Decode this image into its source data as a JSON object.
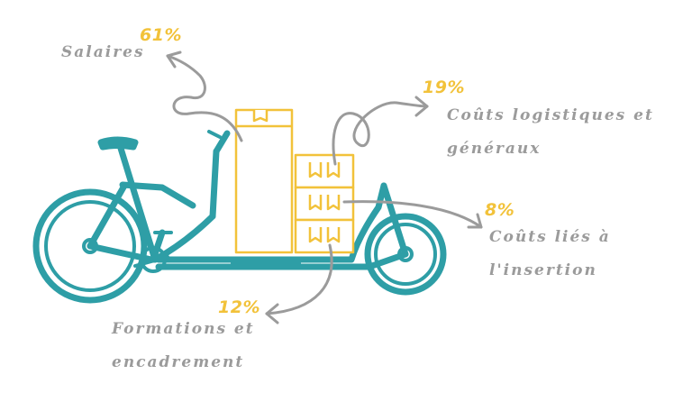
{
  "colors": {
    "bike": "#2e9ea6",
    "boxes": "#f2c23a",
    "arrows": "#9b9b9b",
    "label_text": "#9b9b9b",
    "percent_text": "#f2c23a"
  },
  "icons": [
    "cargo-bike-icon",
    "box-icon",
    "curved-arrow-icon"
  ],
  "breakdown": [
    {
      "key": "salaires",
      "percent": "61%",
      "label_lines": [
        "Salaires"
      ]
    },
    {
      "key": "logistique",
      "percent": "19%",
      "label_lines": [
        "Coûts logistiques et",
        "généraux"
      ]
    },
    {
      "key": "insertion",
      "percent": "8%",
      "label_lines": [
        "Coûts liés à",
        "l'insertion"
      ]
    },
    {
      "key": "formations",
      "percent": "12%",
      "label_lines": [
        "Formations et",
        "encadrement"
      ]
    }
  ]
}
